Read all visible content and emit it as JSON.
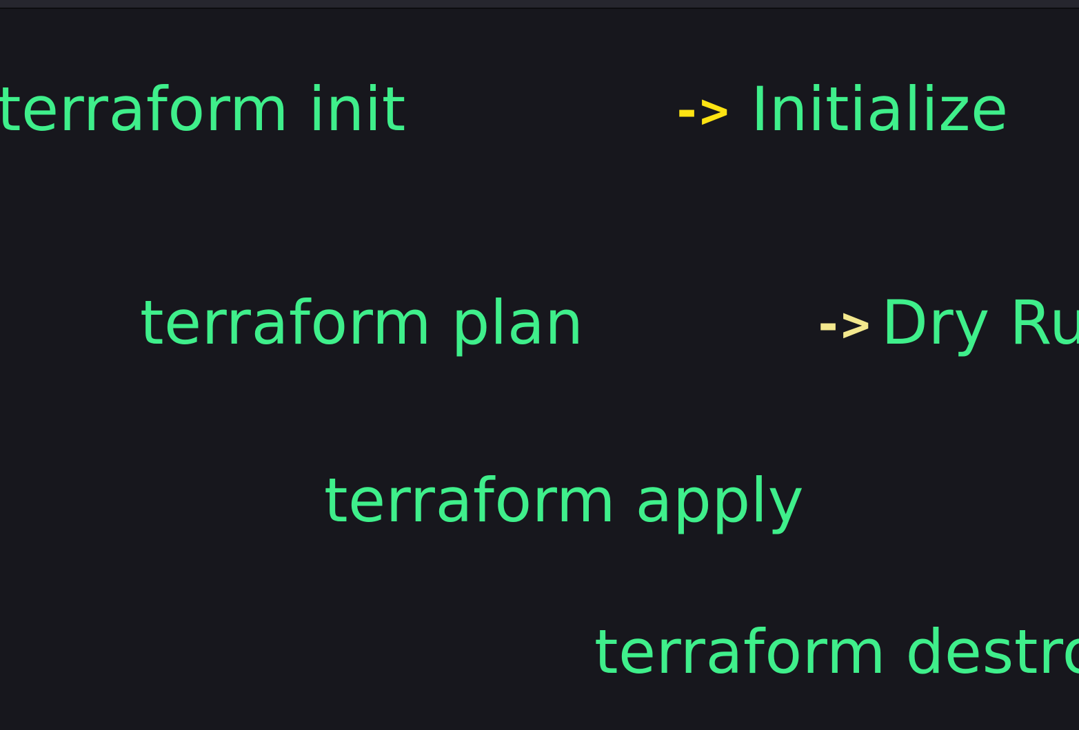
{
  "window": {
    "top_bar_color": "#26262e",
    "background_color": "#17171d"
  },
  "theme": {
    "command_color": "#3fef8b",
    "meaning_color": "#3fef8b",
    "arrow_color_bright": "#fde313",
    "arrow_color_pale": "#f3e88e",
    "background": "#17171d"
  },
  "content": {
    "rows": [
      {
        "command": "terraform init",
        "arrow": "->",
        "meaning": "Initialize"
      },
      {
        "command": "terraform plan",
        "arrow": "->",
        "meaning": "Dry Run"
      },
      {
        "command": "terraform apply",
        "arrow": "",
        "meaning": ""
      },
      {
        "command": "terraform destroy",
        "arrow": "",
        "meaning": ""
      }
    ]
  }
}
